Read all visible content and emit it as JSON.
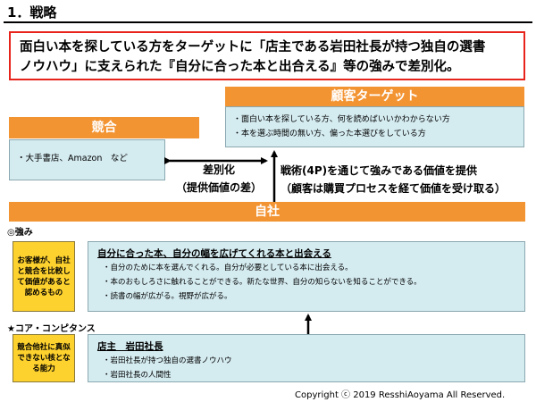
{
  "heading": "1．戦略",
  "summary": {
    "line1": "面白い本を探している方をターゲットに「店主である岩田社長が持つ独自の選書",
    "line2": "ノウハウ」に支えられた『自分に合った本と出合える』等の強みで差別化。"
  },
  "target": {
    "header": "顧客ターゲット",
    "items": [
      "・面白い本を探している方、何を読めばいいかわからない方",
      "・本を選ぶ時間の無い方、偏った本選びをしている方"
    ]
  },
  "competition": {
    "header": "競合",
    "item": "・大手書店、Amazon　など"
  },
  "differentiation": {
    "line1": "差別化",
    "line2": "（提供価値の差）"
  },
  "tactics": {
    "line1": "戦術(4P)を通じて強みである価値を提供",
    "line2": "（顧客は購買プロセスを経て価値を受け取る）"
  },
  "self": {
    "header": "自社"
  },
  "strengths": {
    "label": "◎強み",
    "side": "お客様が、自社と競合を比較して価値があると認めるもの",
    "title": "自分に合った本、自分の幅を広げてくれる本と出会える",
    "items": [
      "・自分のために本を選んでくれる。自分が必要としている本に出会える。",
      "・本のおもしろさに触れることができる。新たな世界、自分の知らないを知ることができる。",
      "・読書の幅が広がる。視野が広がる。"
    ]
  },
  "core": {
    "label": "★コア・コンピタンス",
    "side": "競合他社に真似できない核となる能力",
    "title": "店主　岩田社長",
    "items": [
      "・岩田社長が持つ独自の選書ノウハウ",
      "・岩田社長の人間性"
    ]
  },
  "copyright": "Copyright ⓒ 2019 ResshiAoyama All Reserved.",
  "colors": {
    "orange": "#f39433",
    "light_blue": "#d4ebf0",
    "yellow": "#fdd12e",
    "red_border": "#e8231c"
  }
}
